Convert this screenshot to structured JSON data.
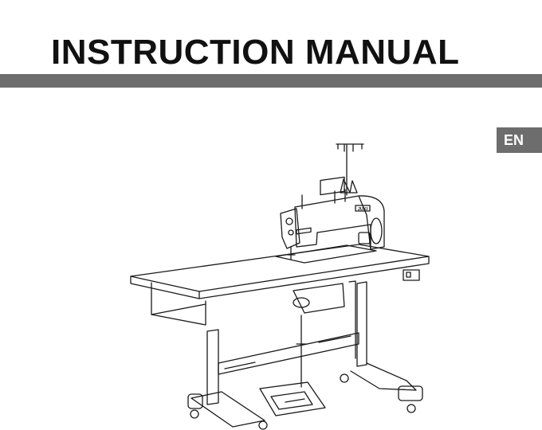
{
  "document": {
    "title": "INSTRUCTION MANUAL",
    "language_tab": "EN",
    "machine_brand_label": "JUKI"
  },
  "colors": {
    "rule_bar": "#6d6d6d",
    "language_tab_bg": "#6d6d6d",
    "title_text": "#111111",
    "line_art": "#1a1a1a"
  }
}
